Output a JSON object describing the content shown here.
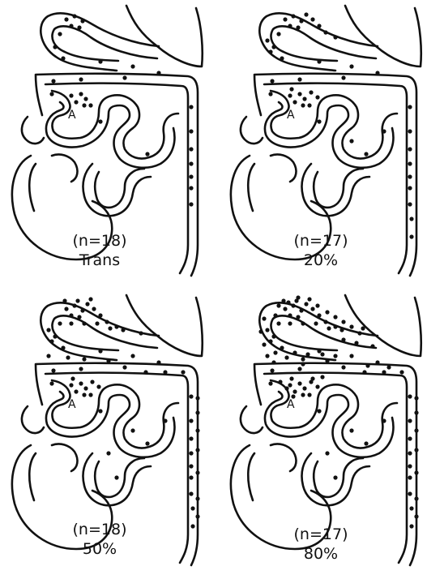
{
  "figure": {
    "panels": [
      {
        "id": "trans",
        "n_label": "(n=18)",
        "condition_label": "Trans",
        "marker_label": "A",
        "density": "low"
      },
      {
        "id": "p20",
        "n_label": "(n=17)",
        "condition_label": "20%",
        "marker_label": "A",
        "density": "low-medium"
      },
      {
        "id": "p50",
        "n_label": "(n=18)",
        "condition_label": "50%",
        "marker_label": "A",
        "density": "medium"
      },
      {
        "id": "p80",
        "n_label": "(n=17)",
        "condition_label": "80%",
        "marker_label": "A",
        "density": "high"
      }
    ]
  }
}
